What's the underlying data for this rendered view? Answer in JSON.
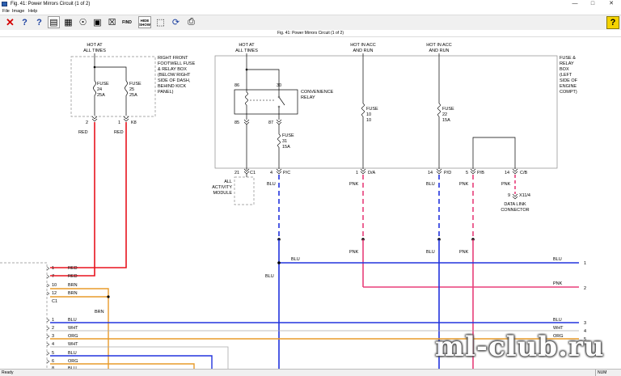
{
  "window": {
    "title": "Fig. 41: Power Mirrors Circuit (1 of 2)",
    "minimize_glyph": "—",
    "maximize_glyph": "□",
    "close_glyph": "✕"
  },
  "menu": [
    "File",
    "Image",
    "Help"
  ],
  "toolbar": {
    "buttons": [
      {
        "icon": "close-red-x-icon",
        "glyph": "✕",
        "color": "#d40000"
      },
      {
        "icon": "what-is-help-icon",
        "glyph": "?"
      },
      {
        "icon": "help-arrow-icon",
        "glyph": "?"
      },
      {
        "icon": "diagram-view-icon",
        "glyph": "▤"
      },
      {
        "icon": "toolbar-icon-5",
        "glyph": "▦"
      },
      {
        "icon": "toolbar-icon-6",
        "glyph": "☉"
      },
      {
        "icon": "toolbar-icon-7",
        "glyph": "▣"
      },
      {
        "icon": "toolbar-icon-8",
        "glyph": "☒"
      },
      {
        "icon": "find-icon",
        "glyph": "FIND"
      },
      {
        "icon": "hide-show-icon",
        "glyph": "HIDE SHOW"
      },
      {
        "icon": "toolbar-icon-11",
        "glyph": "⬚"
      },
      {
        "icon": "refresh-icon",
        "glyph": "⟳"
      },
      {
        "icon": "print-icon",
        "glyph": "⎙"
      }
    ],
    "help_glyph": "?"
  },
  "diagram_title": "Fig. 41: Power Mirrors Circuit (1 of 2)",
  "status": {
    "left": "Ready",
    "right": "NUM"
  },
  "watermark": "ml-club.ru",
  "diagram": {
    "colors": {
      "red": "#e8141e",
      "blue": "#2233dd",
      "pink": "#e83e7a",
      "orange": "#e89b2a",
      "gray": "#aaaaaa",
      "dashed_box": "#8c8c8c"
    },
    "labels": {
      "hot_at_all_times_1": [
        "HOT AT",
        "ALL TIMES"
      ],
      "right_front_fuse_box": [
        "RIGHT FRONT",
        "FOOTWELL FUSE",
        "& RELAY BOX",
        "(BELOW RIGHT",
        "SIDE OF DASH,",
        "BEHIND KICK",
        "PANEL)"
      ],
      "fuse_24": [
        "FUSE",
        "24",
        "25A"
      ],
      "fuse_25": [
        "FUSE",
        "25",
        "25A"
      ],
      "pin_2": "2",
      "pin_1": "1",
      "k8": "K8",
      "red_a": "RED",
      "red_b": "RED",
      "hot_at_all_times_2": [
        "HOT AT",
        "ALL TIMES"
      ],
      "hot_in_acc_run_1": [
        "HOT IN ACC",
        "AND RUN"
      ],
      "hot_in_acc_run_2": [
        "HOT IN ACC",
        "AND RUN"
      ],
      "fuse_relay_box": [
        "FUSE &",
        "RELAY",
        "BOX",
        "(LEFT",
        "SIDE OF",
        "ENGINE",
        "COMPT)"
      ],
      "relay_86": "86",
      "relay_30": "30",
      "relay_85": "85",
      "relay_87": "87",
      "convenience_relay": [
        "CONVENIENCE",
        "RELAY"
      ],
      "fuse_10": [
        "FUSE",
        "10",
        "10"
      ],
      "fuse_22": [
        "FUSE",
        "22",
        "15A"
      ],
      "fuse_31": [
        "FUSE",
        "31",
        "15A"
      ],
      "conn_21": "21",
      "conn_c1": "C1",
      "conn_4": "4",
      "conn_pc": "P/C",
      "conn_1": "1",
      "conn_da": "D/A",
      "conn_14a": "14",
      "conn_pd": "P/D",
      "conn_5": "5",
      "conn_pb": "P/B",
      "conn_14b": "14",
      "conn_cb": "C/B",
      "all_activity_module": [
        "ALL",
        "ACTIVITY",
        "MODULE"
      ],
      "blu_1": "BLU",
      "pnk_1": "PNK",
      "blu_2": "BLU",
      "pnk_2": "PNK",
      "pnk_3": "PNK",
      "data_link_9": "9",
      "data_link_x": "X11/4",
      "data_link_connector": [
        "DATA LINK",
        "CONNECTOR"
      ],
      "pnk_4": "PNK",
      "blu_3": "BLU",
      "pnk_5": "PNK",
      "blu_h1": "BLU",
      "blu_h1_right": "BLU",
      "num_1": "1",
      "blu_4": "BLU",
      "pnk_right": "PNK",
      "num_2": "2",
      "brn_mid": "BRN",
      "num_3": "3",
      "num_4": "4",
      "num_5": "5",
      "wht_right": "WHT",
      "orgr": "ORG",
      "bluright3": "BLU"
    },
    "left_connector": {
      "rows": [
        {
          "pin": "1",
          "color": "RED"
        },
        {
          "pin": "7",
          "color": "RED"
        },
        {
          "pin": "10",
          "color": "BRN"
        },
        {
          "pin": "12",
          "color": "BRN"
        },
        {
          "pin": "C1",
          "color": ""
        },
        {
          "pin": "1",
          "color": "BLU"
        },
        {
          "pin": "2",
          "color": "WHT"
        },
        {
          "pin": "3",
          "color": "ORG"
        },
        {
          "pin": "4",
          "color": "WHT"
        },
        {
          "pin": "5",
          "color": "BLU"
        },
        {
          "pin": "6",
          "color": "ORG"
        },
        {
          "pin": "8",
          "color": "BLU"
        }
      ]
    }
  }
}
